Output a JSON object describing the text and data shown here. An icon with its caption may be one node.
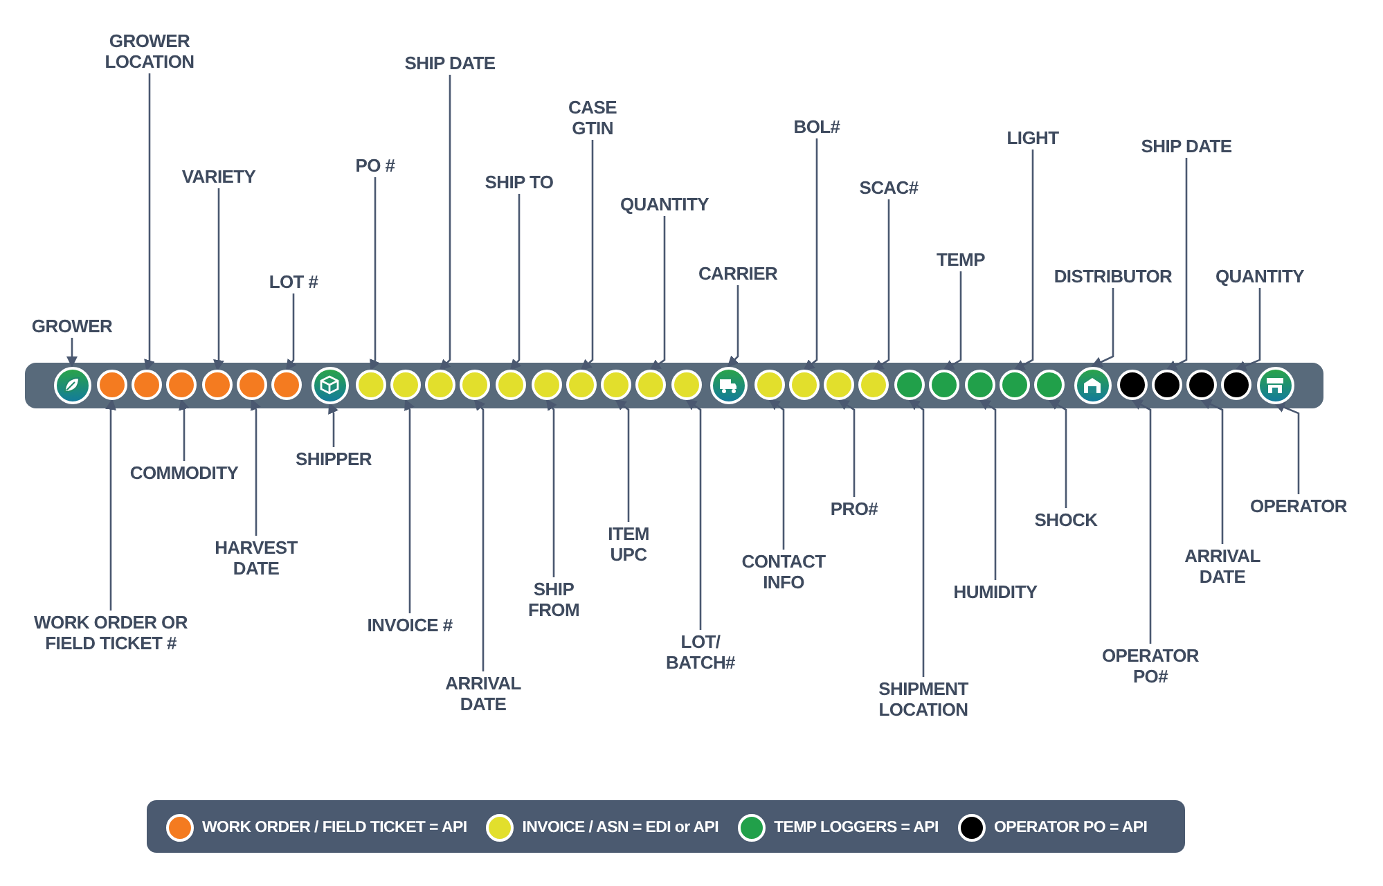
{
  "diagram": {
    "nodes": [
      {
        "text": [],
        "shape": "circle"
      },
      {
        "text": [],
        "shape": "circle"
      },
      {
        "text": [],
        "shape": "circle"
      },
      {
        "text": [],
        "shape": "circle"
      },
      {
        "text": [],
        "shape": "circle"
      },
      {
        "text": [],
        "shape": "circle"
      },
      {
        "text": [],
        "shape": "circle"
      },
      {
        "text": [],
        "shape": "circle"
      },
      {
        "text": [],
        "shape": "circle"
      },
      {
        "text": [],
        "shape": "circle"
      },
      {
        "text": [],
        "shape": "circle"
      },
      {
        "text": [],
        "shape": "circle"
      },
      {
        "text": [],
        "shape": "circle"
      },
      {
        "text": [],
        "shape": "circle"
      },
      {
        "text": [],
        "shape": "circle"
      },
      {
        "text": [],
        "shape": "circle"
      },
      {
        "text": [],
        "shape": "circle"
      },
      {
        "text": [],
        "shape": "circle"
      },
      {
        "text": [],
        "shape": "circle"
      },
      {
        "text": [],
        "shape": "circle"
      },
      {
        "text": [],
        "shape": "circle"
      },
      {
        "text": [],
        "shape": "circle"
      },
      {
        "text": [],
        "shape": "circle"
      },
      {
        "text": [],
        "shape": "circle"
      },
      {
        "text": [],
        "shape": "circle"
      },
      {
        "text": [],
        "shape": "circle"
      },
      {
        "text": [],
        "shape": "circle"
      },
      {
        "text": [],
        "shape": "circle"
      },
      {
        "text": [],
        "shape": "circle"
      },
      {
        "text": [],
        "shape": "circle"
      },
      {
        "text": [],
        "shape": "circle"
      },
      {
        "text": [],
        "shape": "circle"
      },
      {
        "text": [],
        "shape": "circle"
      },
      {
        "text": [],
        "shape": "circle"
      },
      {
        "text": [
          "GROWER"
        ]
      },
      {
        "text": [
          "WORK ORDER OR FIELD TICKET #"
        ]
      },
      {
        "text": [
          "GROWER LOCATION"
        ]
      },
      {
        "text": [
          "COMMODITY"
        ]
      },
      {
        "text": [
          "VARIETY"
        ]
      },
      {
        "text": [
          "HARVEST DATE"
        ]
      },
      {
        "text": [
          "LOT #"
        ]
      },
      {
        "text": [
          "SHIPPER"
        ]
      },
      {
        "text": [
          "PO #"
        ]
      },
      {
        "text": [
          "INVOICE #"
        ]
      },
      {
        "text": [
          "SHIP DATE"
        ]
      },
      {
        "text": [
          "ARRIVAL DATE"
        ]
      },
      {
        "text": [
          "SHIP TO"
        ]
      },
      {
        "text": [
          "SHIP FROM"
        ]
      },
      {
        "text": [
          "CASE GTIN"
        ]
      },
      {
        "text": [
          "ITEM UPC"
        ]
      },
      {
        "text": [
          "QUANTITY"
        ]
      },
      {
        "text": [
          "LOT/ BATCH#"
        ]
      },
      {
        "text": [
          "CARRIER"
        ]
      },
      {
        "text": [
          "CONTACT INFO"
        ]
      },
      {
        "text": [
          "BOL#"
        ]
      },
      {
        "text": [
          "PRO#"
        ]
      },
      {
        "text": [
          "SCAC#"
        ]
      },
      {
        "text": [
          "SHIPMENT LOCATION"
        ]
      },
      {
        "text": [
          "TEMP"
        ]
      },
      {
        "text": [
          "HUMIDITY"
        ]
      },
      {
        "text": [
          "LIGHT"
        ]
      },
      {
        "text": [
          "SHOCK"
        ]
      },
      {
        "text": [
          "DISTRIBUTOR"
        ]
      },
      {
        "text": [
          "OPERATOR PO#"
        ]
      },
      {
        "text": [
          "SHIP DATE"
        ]
      },
      {
        "text": [
          "ARRIVAL DATE"
        ]
      },
      {
        "text": [
          "QUANTITY"
        ]
      },
      {
        "text": [
          "OPERATOR"
        ]
      }
    ],
    "edges": [
      {
        "from": 34,
        "to": 0,
        "arrow": "to"
      },
      {
        "from": 35,
        "to": 1,
        "arrow": "to"
      },
      {
        "from": 36,
        "to": 2,
        "arrow": "to"
      },
      {
        "from": 37,
        "to": 3,
        "arrow": "to"
      },
      {
        "from": 38,
        "to": 4,
        "arrow": "to"
      },
      {
        "from": 39,
        "to": 5,
        "arrow": "to"
      },
      {
        "from": 40,
        "to": 6,
        "arrow": "to"
      },
      {
        "from": 41,
        "to": 7,
        "arrow": "to"
      },
      {
        "from": 42,
        "to": 8,
        "arrow": "to"
      },
      {
        "from": 43,
        "to": 9,
        "arrow": "to"
      },
      {
        "from": 44,
        "to": 10,
        "arrow": "to"
      },
      {
        "from": 45,
        "to": 11,
        "arrow": "to"
      },
      {
        "from": 46,
        "to": 12,
        "arrow": "to"
      },
      {
        "from": 47,
        "to": 13,
        "arrow": "to"
      },
      {
        "from": 48,
        "to": 14,
        "arrow": "to"
      },
      {
        "from": 49,
        "to": 15,
        "arrow": "to"
      },
      {
        "from": 50,
        "to": 16,
        "arrow": "to"
      },
      {
        "from": 51,
        "to": 17,
        "arrow": "to"
      },
      {
        "from": 52,
        "to": 18,
        "arrow": "to"
      },
      {
        "from": 53,
        "to": 19,
        "arrow": "to"
      },
      {
        "from": 54,
        "to": 20,
        "arrow": "to"
      },
      {
        "from": 55,
        "to": 21,
        "arrow": "to"
      },
      {
        "from": 56,
        "to": 22,
        "arrow": "to"
      },
      {
        "from": 57,
        "to": 23,
        "arrow": "to"
      },
      {
        "from": 58,
        "to": 24,
        "arrow": "to"
      },
      {
        "from": 59,
        "to": 25,
        "arrow": "to"
      },
      {
        "from": 60,
        "to": 26,
        "arrow": "to"
      },
      {
        "from": 61,
        "to": 27,
        "arrow": "to"
      },
      {
        "from": 62,
        "to": 28,
        "arrow": "to"
      },
      {
        "from": 63,
        "to": 29,
        "arrow": "to"
      },
      {
        "from": 64,
        "to": 30,
        "arrow": "to"
      },
      {
        "from": 65,
        "to": 31,
        "arrow": "to"
      },
      {
        "from": 66,
        "to": 32,
        "arrow": "to"
      },
      {
        "from": 67,
        "to": 33,
        "arrow": "to"
      }
    ],
    "legend": [
      {
        "text": "WORK ORDER / FIELD TICKET = API",
        "color": "#f47b20"
      },
      {
        "text": "INVOICE / ASN = EDI or API",
        "color": "#e2df2c"
      },
      {
        "text": "TEMP LOGGERS = API",
        "color": "#21a04a"
      },
      {
        "text": "OPERATOR PO = API",
        "color": "#000000"
      }
    ]
  }
}
